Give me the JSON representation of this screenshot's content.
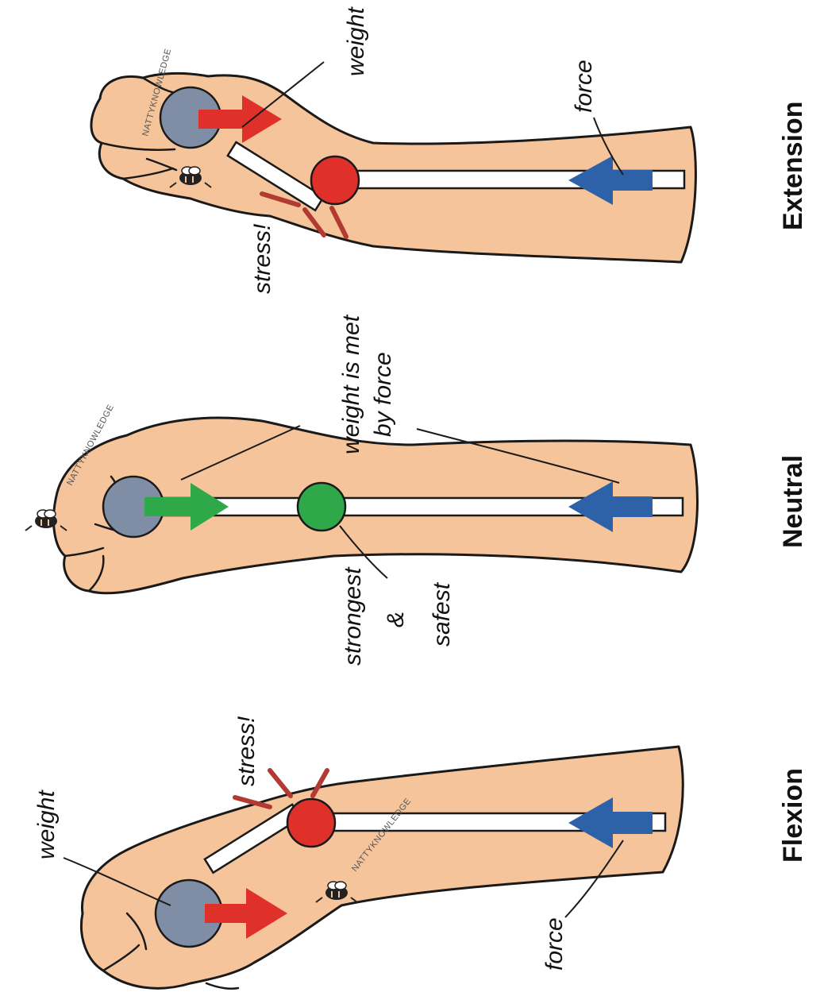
{
  "panels": {
    "extension": {
      "title": "Extension",
      "weight_label": "weight",
      "force_label": "force",
      "stress_label": "stress!",
      "watermark": "NATTYKNOWLEDGE",
      "joint_color": "#e0302a"
    },
    "neutral": {
      "title": "Neutral",
      "weight_force_label_line1": "weight is met",
      "weight_force_label_line2": "by force",
      "strong_label_line1": "strongest",
      "strong_label_line2": "&",
      "strong_label_line3": "safest",
      "watermark": "NATTYKNOWLEDGE",
      "joint_color": "#2fa84a"
    },
    "flexion": {
      "title": "Flexion",
      "weight_label": "weight",
      "force_label": "force",
      "stress_label": "stress!",
      "watermark": "NATTYKNOWLEDGE",
      "joint_color": "#e0302a"
    }
  },
  "colors": {
    "skin": "#f6c49a",
    "weight_arrow_stress": "#e0302a",
    "weight_arrow_neutral": "#2fa84a",
    "force_arrow": "#2e62a8",
    "stress_marks": "#b23a32",
    "dumbbell": "#7f8ea5"
  },
  "icons": {
    "watermark_badge": "bee-logo-icon"
  }
}
